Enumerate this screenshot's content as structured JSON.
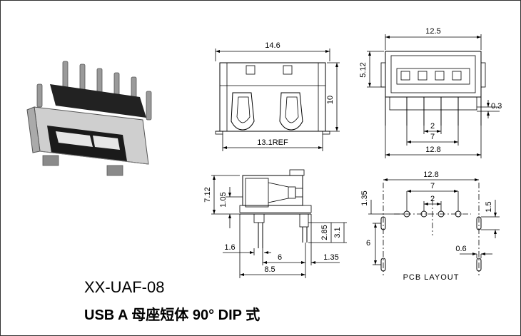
{
  "part_number": "XX-UAF-08",
  "description": "USB A 母座短体 90° DIP 式",
  "front_view": {
    "width_top": "14.6",
    "height": "10",
    "width_ref": "13.1REF"
  },
  "rear_view": {
    "width_top": "12.5",
    "height_left": "5.12",
    "pin_offset": "0.3",
    "pitch_inner": "2",
    "pitch_outer": "7",
    "width_bottom": "12.8"
  },
  "side_view": {
    "height_total": "7.12",
    "height_inner": "1.05",
    "pin_len_a": "2.85",
    "pin_len_b": "3.1",
    "dim_16": "1.6",
    "dim_6": "6",
    "dim_135": "1.35",
    "depth": "8.5"
  },
  "pcb_layout": {
    "label": "PCB LAYOUT",
    "width": "12.8",
    "pitch_outer": "7",
    "pitch_inner": "2",
    "offset_left": "1.35",
    "offset_right": "1.5",
    "row_gap": "6",
    "hole_dia": "0.6"
  }
}
